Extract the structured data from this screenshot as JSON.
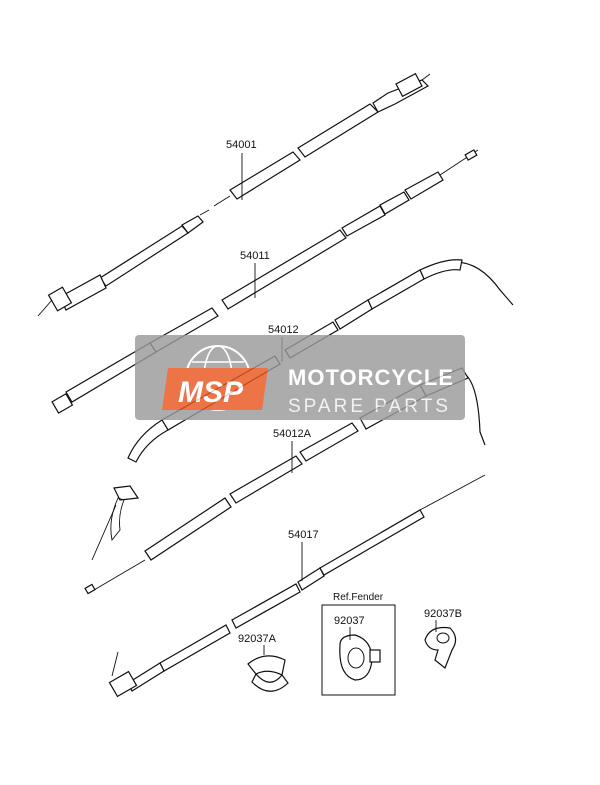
{
  "parts": {
    "p54001": "54001",
    "p54011": "54011",
    "p54012": "54012",
    "p54012a": "54012A",
    "p54017": "54017",
    "p92037a": "92037A",
    "p92037": "92037",
    "p92037b": "92037B"
  },
  "ref_box_label": "Ref.Fender",
  "watermark": {
    "logo_text": "MSP",
    "title": "MOTORCYCLE",
    "subtitle": "SPARE PARTS",
    "brand_color": "#e8561e",
    "panel_color": "#9a9a9a"
  }
}
